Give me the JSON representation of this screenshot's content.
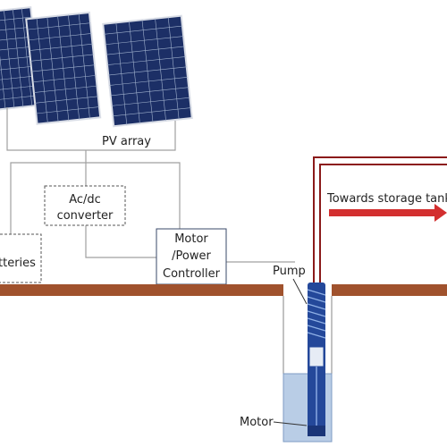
{
  "labels": {
    "pv_array": "PV array",
    "acdc_line1": "Ac/dc",
    "acdc_line2": "converter",
    "batteries": "tteries",
    "controller_line1": "Motor",
    "controller_line2": "/Power",
    "controller_line3": "Controller",
    "pump": "Pump",
    "motor": "Motor",
    "storage": "Towards storage tank"
  },
  "colors": {
    "panel_fill": "#1c2f66",
    "panel_grid": "#9fb0cc",
    "panel_frame": "#d9dde6",
    "ground": "#a0522d",
    "pipe": "#8b1a1a",
    "arrow": "#d32f2f",
    "wire": "#a0a0a0",
    "well_water": "#b9cde6",
    "pump_body": "#24489a"
  },
  "icons": {
    "panels": "solar-panel-icon",
    "pump": "submersible-pump-icon",
    "arrow": "arrow-right-icon"
  }
}
